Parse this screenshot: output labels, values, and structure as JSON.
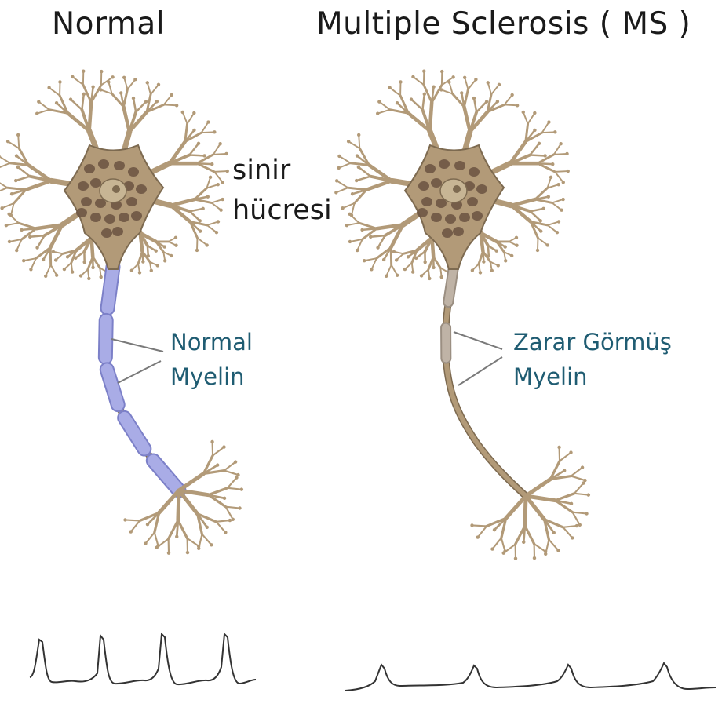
{
  "titles": {
    "normal": "Normal",
    "ms": "Multiple Sclerosis ( MS )"
  },
  "labels": {
    "cell_line1": "sinir",
    "cell_line2": "hücresi",
    "normal_myelin_line1": "Normal",
    "normal_myelin_line2": "Myelin",
    "damaged_myelin_line1": "Zarar Görmüş",
    "damaged_myelin_line2": "Myelin"
  },
  "colors": {
    "cell_fill": "#b29a78",
    "cell_edge": "#7d6a50",
    "nucleus_dots": "#6e5644",
    "myelin": "#a9ace6",
    "myelin_edge": "#7c80c8",
    "damaged_myelin": "#bfb3a6",
    "label_teal": "#1f5c72",
    "signal_line": "#333333"
  }
}
